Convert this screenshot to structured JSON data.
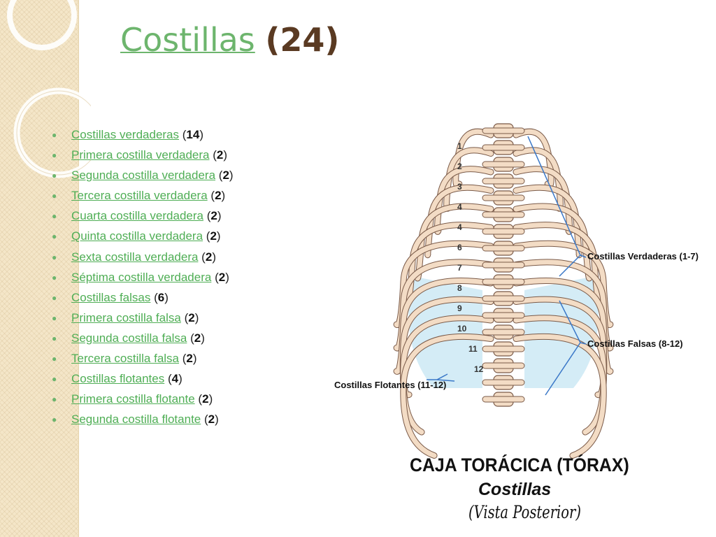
{
  "title": {
    "link": "Costillas",
    "count": "(24)"
  },
  "items": [
    {
      "link": "Costillas verdaderas",
      "count": "14"
    },
    {
      "link": "Primera costilla verdadera",
      "count": "2"
    },
    {
      "link": "Segunda costilla verdadera",
      "count": "2"
    },
    {
      "link": "Tercera costilla verdadera",
      "count": "2"
    },
    {
      "link": "Cuarta costilla verdadera",
      "count": "2"
    },
    {
      "link": "Quinta costilla verdadera",
      "count": "2"
    },
    {
      "link": "Sexta costilla verdadera",
      "count": "2"
    },
    {
      "link": "Séptima costilla verdadera",
      "count": "2"
    },
    {
      "link": "Costillas falsas",
      "count": "6"
    },
    {
      "link": "Primera costilla falsa",
      "count": "2"
    },
    {
      "link": "Segunda costilla falsa",
      "count": "2"
    },
    {
      "link": "Tercera costilla falsa",
      "count": "2"
    },
    {
      "link": "Costillas flotantes",
      "count": "4"
    },
    {
      "link": "Primera costilla flotante",
      "count": "2"
    },
    {
      "link": "Segunda costilla flotante",
      "count": "2"
    }
  ],
  "figure": {
    "label_true": "Costillas Verdaderas (1-7)",
    "label_false": "Costillas Falsas (8-12)",
    "label_floating": "Costillas Flotantes (11-12)",
    "rib_numbers": [
      "1",
      "2",
      "3",
      "4",
      "4",
      "6",
      "7",
      "8",
      "9",
      "10",
      "11",
      "12"
    ],
    "caption_line1": "CAJA TORÁCICA (TÓRAX)",
    "caption_line2": "Costillas",
    "caption_line3": "(Vista Posterior)"
  },
  "colors": {
    "link": "#4fae55",
    "title_text": "#5a3a22",
    "bone": "#f3dcc5",
    "cartilage": "#cfeaf5",
    "pointer": "#3a78c8"
  }
}
